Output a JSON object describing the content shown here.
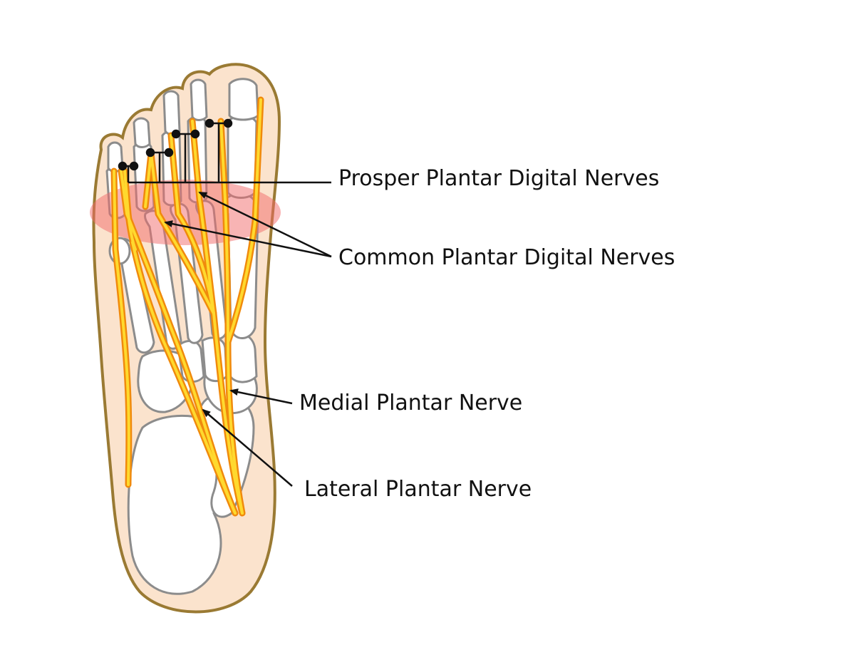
{
  "labels": {
    "prosper": "Prosper Plantar Digital Nerves",
    "common": "Common Plantar Digital Nerves",
    "medial": "Medial Plantar Nerve",
    "lateral": "Lateral Plantar Nerve"
  },
  "colors": {
    "skin": "#fbe3cd",
    "skin_outline": "#9a7a33",
    "bone": "#ffffff",
    "bone_outline": "#8c8c8c",
    "nerve_outer": "#f08a0c",
    "nerve_inner": "#ffd92e",
    "highlight": "#f26a6a",
    "line": "#111111"
  },
  "icons": {
    "foot": "foot-sole-illustration",
    "highlight": "metatarsal-highlight-ellipse"
  }
}
